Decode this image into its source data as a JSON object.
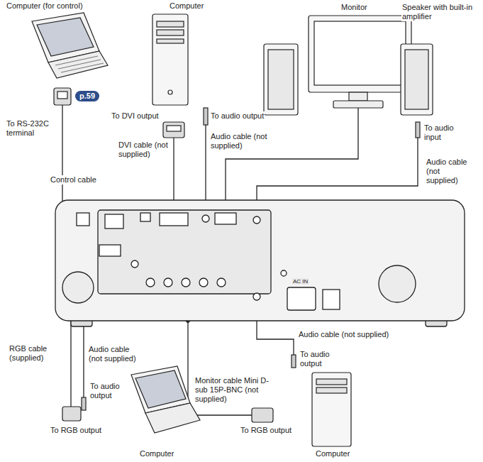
{
  "diagram": {
    "labels": [
      "Computer (for control)",
      "Computer",
      "Monitor",
      "Speaker with built-in amplifier",
      "p.59",
      "To RS-232C terminal",
      "To DVI output",
      "To audio output",
      "To audio input",
      "DVI cable (not supplied)",
      "Audio cable (not supplied)",
      "Audio cable (not supplied)",
      "Control cable",
      "RGB cable (supplied)",
      "Audio cable (not supplied)",
      "Audio cable (not supplied)",
      "To audio output",
      "To audio output",
      "Monitor cable Mini D-sub 15P-BNC (not supplied)",
      "To RGB output",
      "To RGB output",
      "Computer",
      "Computer",
      "AC IN"
    ]
  }
}
